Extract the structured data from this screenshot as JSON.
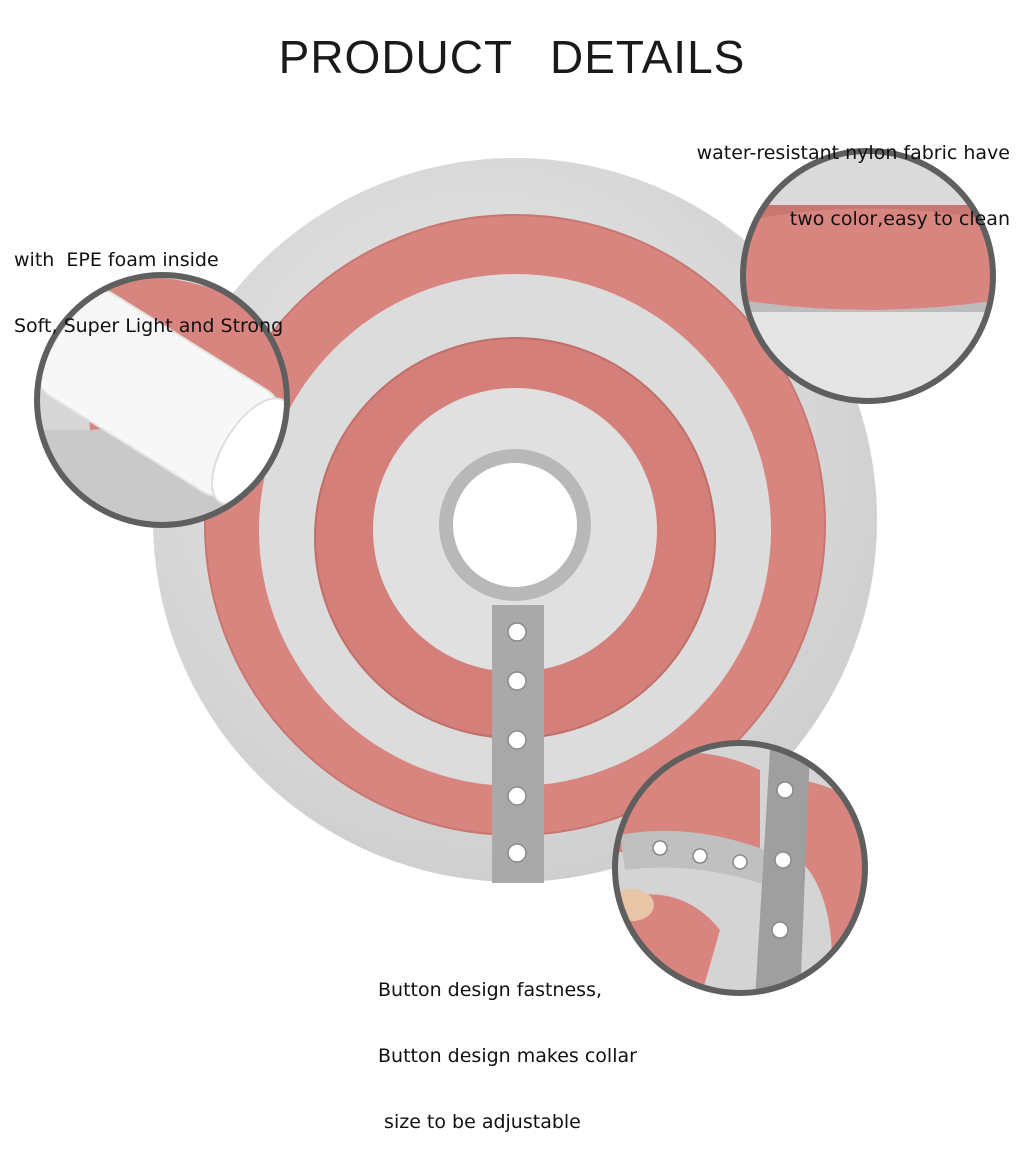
{
  "header": {
    "title": "PRODUCT  DETAILS"
  },
  "callouts": {
    "fabric": {
      "lines": [
        "water-resistant nylon fabric have",
        "two color,easy to clean"
      ]
    },
    "foam": {
      "lines": [
        "with  EPE foam inside",
        "Soft, Super Light and Strong"
      ]
    },
    "button": {
      "lines": [
        "Button design fastness,",
        "Button design makes collar",
        " size to be adjustable"
      ]
    }
  },
  "colors": {
    "grey_ring": "#dcdcdc",
    "pink_ring": "#d9857f",
    "strap": "#a9a9a9",
    "lens_border": "#5f5f5f"
  }
}
